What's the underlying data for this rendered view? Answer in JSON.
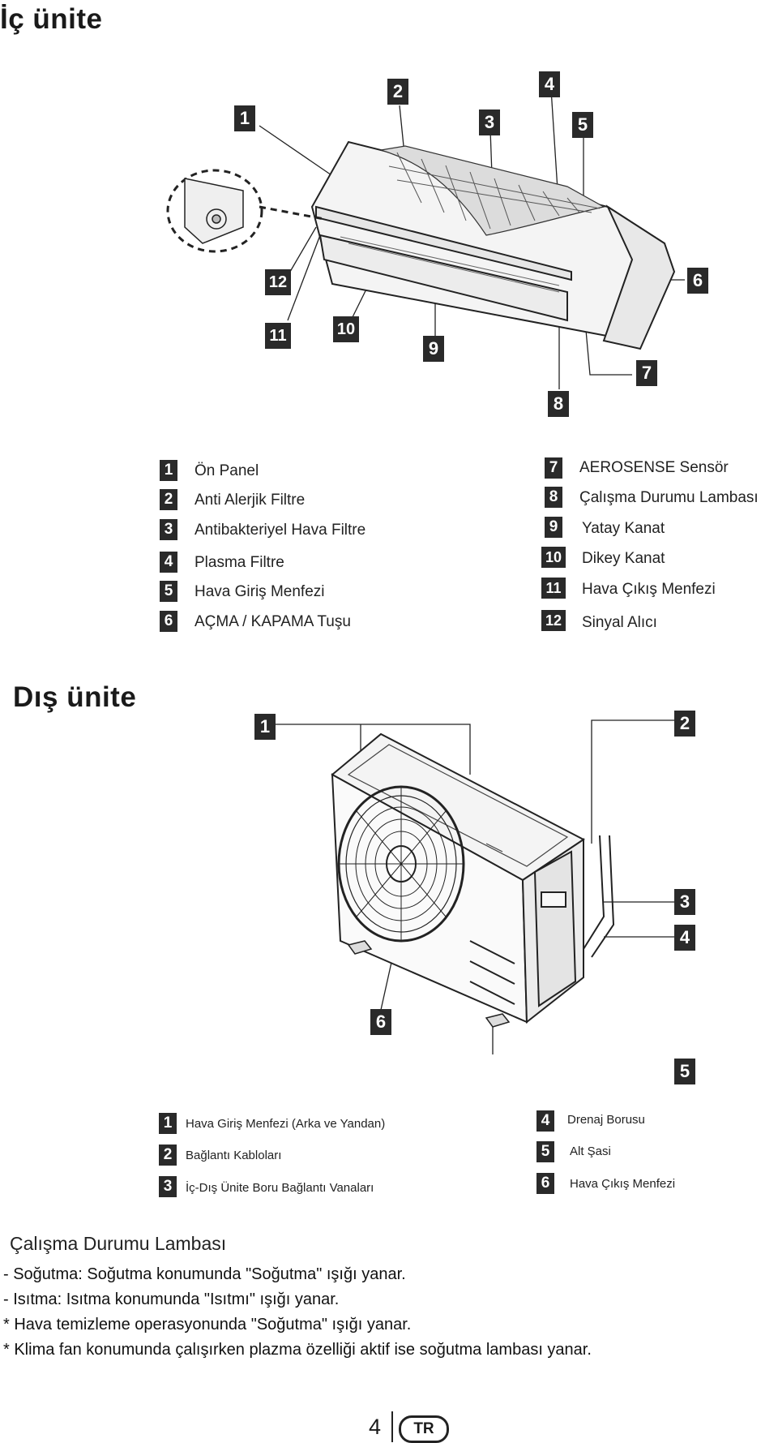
{
  "indoor": {
    "title": "İç ünite",
    "callouts": [
      "1",
      "2",
      "3",
      "4",
      "5",
      "6",
      "7",
      "8",
      "9",
      "10",
      "11",
      "12"
    ],
    "legend": [
      {
        "n": "1",
        "label": "Ön Panel"
      },
      {
        "n": "2",
        "label": "Anti Alerjik Filtre"
      },
      {
        "n": "3",
        "label": "Antibakteriyel Hava Filtre"
      },
      {
        "n": "4",
        "label": "Plasma Filtre"
      },
      {
        "n": "5",
        "label": "Hava Giriş Menfezi"
      },
      {
        "n": "6",
        "label": "AÇMA / KAPAMA Tuşu"
      },
      {
        "n": "7",
        "label": "AEROSENSE Sensör"
      },
      {
        "n": "8",
        "label": "Çalışma Durumu Lambası"
      },
      {
        "n": "9",
        "label": "Yatay Kanat"
      },
      {
        "n": "10",
        "label": "Dikey Kanat"
      },
      {
        "n": "11",
        "label": "Hava Çıkış Menfezi"
      },
      {
        "n": "12",
        "label": "Sinyal Alıcı"
      }
    ]
  },
  "outdoor": {
    "title": "Dış ünite",
    "callouts": [
      "1",
      "2",
      "3",
      "4",
      "5",
      "6"
    ],
    "legend": [
      {
        "n": "1",
        "label": "Hava Giriş Menfezi (Arka ve Yandan)"
      },
      {
        "n": "2",
        "label": "Bağlantı Kabloları"
      },
      {
        "n": "3",
        "label": "İç-Dış Ünite Boru Bağlantı Vanaları"
      },
      {
        "n": "4",
        "label": "Drenaj Borusu"
      },
      {
        "n": "5",
        "label": "Alt Şasi"
      },
      {
        "n": "6",
        "label": "Hava Çıkış Menfezi"
      }
    ]
  },
  "notes": {
    "heading": "Çalışma Durumu Lambası",
    "lines": [
      "- Soğutma: Soğutma konumunda \"Soğutma\" ışığı yanar.",
      "- Isıtma: Isıtma konumunda \"Isıtmı\" ışığı yanar.",
      "* Hava temizleme operasyonunda \"Soğutma\" ışığı yanar.",
      "* Klima fan konumunda çalışırken plazma özelliği aktif ise soğutma lambası yanar."
    ]
  },
  "footer": {
    "page_number": "4",
    "language_badge": "TR"
  }
}
